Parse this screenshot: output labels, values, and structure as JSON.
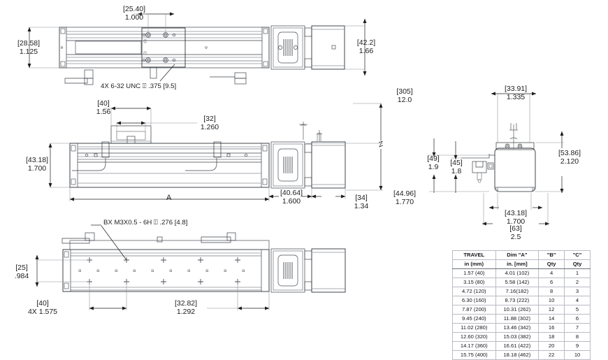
{
  "drawing": {
    "title": "Linear actuator stage — multi-view engineering drawing",
    "line_color": "#3c4048",
    "accent_color": "#1c1c1c"
  },
  "top_view": {
    "dim_width_bracket": "[25.40]",
    "dim_width_value": "1.000",
    "dim_height_bracket": "[28.58]",
    "dim_height_value": "1.125",
    "dim_motor_bracket": "[42.2]",
    "dim_motor_value": "1.66",
    "callout_holes": "4X 6-32 UNC  ⍐ .375 [9.5]"
  },
  "side_view": {
    "dim_carriage_bracket": "[40]",
    "dim_carriage_value": "1.56",
    "dim_inner_bracket": "[32]",
    "dim_inner_value": "1.260",
    "dim_height_bracket": "[43.18]",
    "dim_height_value": "1.700",
    "dim_body_end_bracket": "[40.64]",
    "dim_body_end_value": "1.600",
    "dim_motor_len_bracket": "[34]",
    "dim_motor_len_value": "1.34",
    "dim_cable_bracket": "[305]",
    "dim_cable_value": "12.0",
    "dim_overall_bracket": "[44.96]",
    "dim_overall_value": "1.770",
    "length_label": "A"
  },
  "bottom_view": {
    "callout_tapped": "BX M3X0.5  - 6H ⍐ .276 [4.8]",
    "dim_width_bracket": "[25]",
    "dim_width_value": ".984",
    "dim_pitch_bracket": "[40]",
    "dim_pitch_value": "4X 1.575",
    "dim_end_bracket": "[32.82]",
    "dim_end_value": "1.292"
  },
  "end_view": {
    "dim_top_bracket": "[33.91]",
    "dim_top_value": "1.335",
    "dim_height_bracket": "[53.86]",
    "dim_height_value": "2.120",
    "dim_left1_bracket": "[49]",
    "dim_left1_value": "1.9",
    "dim_left2_bracket": "[45]",
    "dim_left2_value": "1.8",
    "dim_base_bracket": "[43.18]",
    "dim_base_value": "1.700",
    "dim_outer_bracket": "[63]",
    "dim_outer_value": "2.5"
  },
  "table": {
    "headers_top": [
      "TRAVEL",
      "Dim \"A\"",
      "\"B\"",
      "\"C\""
    ],
    "headers_sub": [
      "in (mm)",
      "in. [mm]",
      "Qty",
      "Qty"
    ],
    "rows": [
      [
        "1.57 (40)",
        "4.01 (102)",
        "4",
        "1"
      ],
      [
        "3.15 (80)",
        "5.58 (142)",
        "6",
        "2"
      ],
      [
        "4.72 (120)",
        "7.16(182)",
        "8",
        "3"
      ],
      [
        "6.30 (160)",
        "8.73 (222)",
        "10",
        "4"
      ],
      [
        "7.87 (200)",
        "10.31 (262)",
        "12",
        "5"
      ],
      [
        "9.45 (240)",
        "11.88 (302)",
        "14",
        "6"
      ],
      [
        "11.02 (280)",
        "13.46 (342)",
        "16",
        "7"
      ],
      [
        "12.60 (320)",
        "15.03 (382)",
        "18",
        "8"
      ],
      [
        "14.17 (360)",
        "16.61 (422)",
        "20",
        "9"
      ],
      [
        "15.75 (400)",
        "18.18 (462)",
        "22",
        "10"
      ]
    ]
  }
}
